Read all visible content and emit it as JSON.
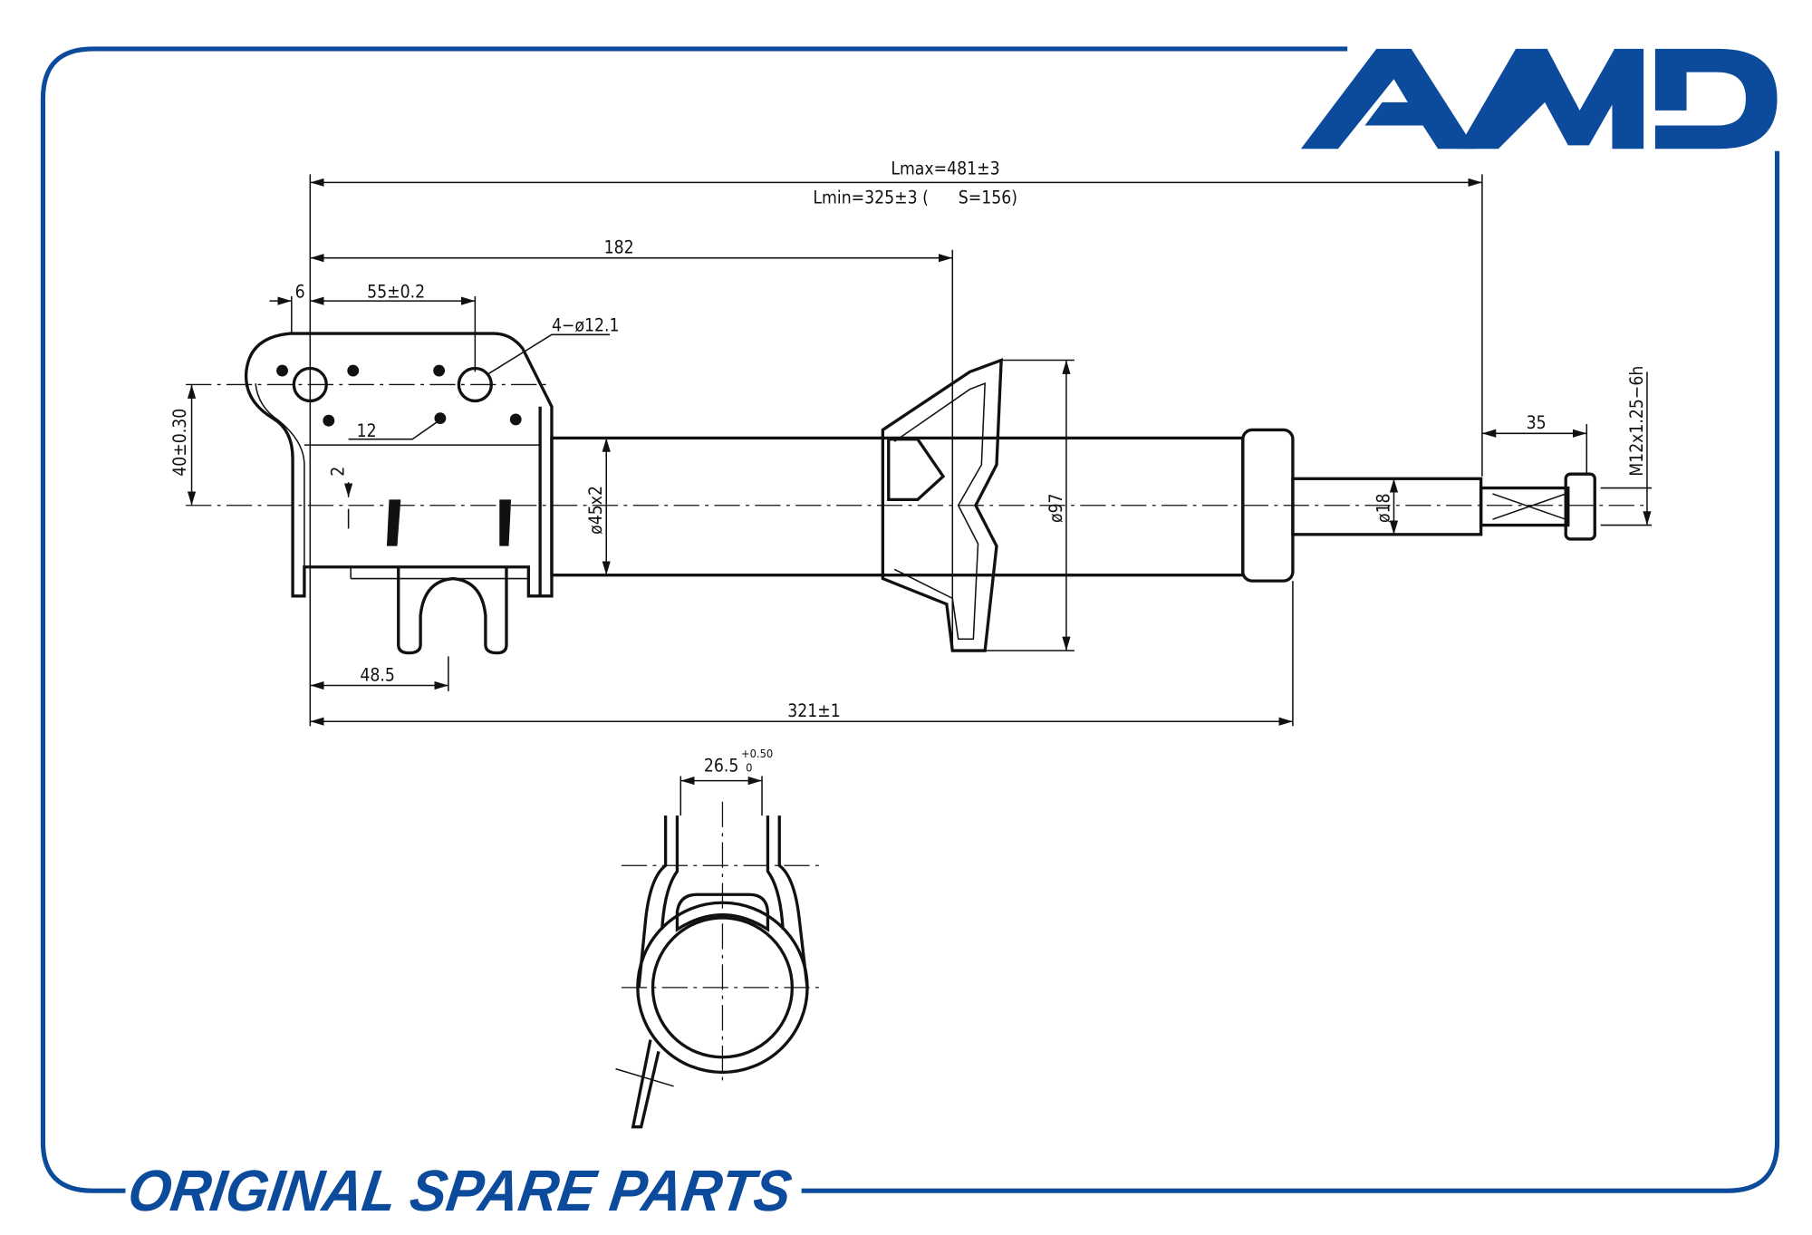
{
  "brand": {
    "logo_text": "AMD",
    "slogan": "ORIGINAL SPARE PARTS",
    "color": "#0c4a9c"
  },
  "dimensions": {
    "lmax": "Lmax=481±3",
    "lmin": "Lmin=325±3 (      S=156)",
    "d182": "182",
    "d6": "6",
    "d55": "55±0.2",
    "holes": "4−ø12.1",
    "d12": "12",
    "d40": "40±0.30",
    "d2": "2",
    "d45": "ø45x2",
    "d97": "ø97",
    "d18": "ø18",
    "d35": "35",
    "thread": "M12x1.25−6h",
    "d48": "48.5",
    "d321": "321±1",
    "d26": "26.5",
    "tol_upper": "+0.50",
    "tol_lower": "0"
  }
}
